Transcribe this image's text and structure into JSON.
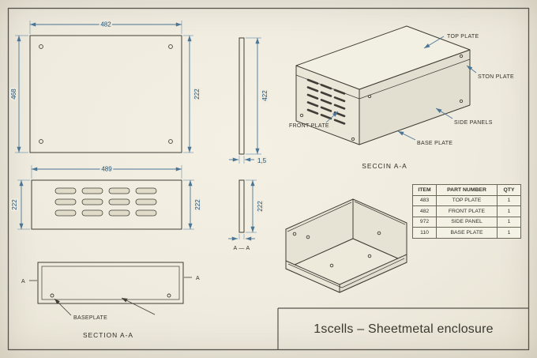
{
  "title_block": {
    "title": "1scells – Sheetmetal enclosure"
  },
  "dimensions": {
    "top_plate_width": "482",
    "top_plate_height": "468",
    "top_plate_depth": "222",
    "front_plate_width": "489",
    "front_plate_height_left": "222",
    "front_plate_height_right": "222",
    "side_upper_height": "422",
    "sheet_thickness": "1,5",
    "side_lower_height": "222"
  },
  "labels": {
    "section_caption": "SECTION A-A",
    "baseplate": "BASEPLATE",
    "section_marker_left": "A",
    "section_marker_right": "A",
    "aa_label": "A — A",
    "iso_caption": "SECCIN A-A",
    "top_plate": "TOP PLATE",
    "ston_plate": "STON PLATE",
    "front_plate": "FRONT PLATE",
    "side_panels": "SIDE PANELS",
    "base_plate": "BASE PLATE"
  },
  "table": {
    "headers": [
      "ITEM",
      "PART NUMBER",
      "QTY"
    ],
    "rows": [
      [
        "483",
        "TOP PLATE",
        "1"
      ],
      [
        "482",
        "FRONT PLATE",
        "1"
      ],
      [
        "972",
        "SIDE PANEL",
        "1"
      ],
      [
        "110",
        "BASE PLATE",
        "1"
      ]
    ]
  },
  "colors": {
    "paper": "#efebdf",
    "frame": "#54524a",
    "object_line": "#3f3d35",
    "dimension_line": "#4a7595",
    "dimension_text": "#1d4f74",
    "label_text": "#33312a"
  }
}
